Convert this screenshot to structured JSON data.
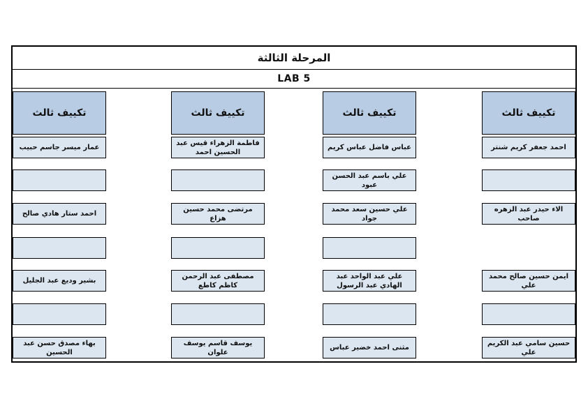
{
  "document": {
    "title": "المرحلة الثالثة",
    "subtitle": "LAB 5"
  },
  "colors": {
    "header_fill": "#b8cce4",
    "cell_fill": "#dce6f1",
    "border": "#000000",
    "page_bg": "#ffffff"
  },
  "groups": [
    {
      "header": "تكييف ثالث",
      "cells": [
        {
          "text": "احمد جعفر كريم شنتر"
        },
        {
          "text": ""
        },
        {
          "text": "الاء حيدر عبد الزهره صاحب"
        },
        null,
        {
          "text": "ايمن حسين صالح محمد علي"
        },
        {
          "text": ""
        },
        {
          "text": "حسين سامي عبد الكريم علي"
        }
      ]
    },
    {
      "header": "تكييف ثالث",
      "cells": [
        {
          "text": "عباس فاضل عباس كريم"
        },
        {
          "text": "علي باسم عبد الحسن عبود"
        },
        {
          "text": "علي حسين سعد محمد جواد"
        },
        {
          "text": ""
        },
        {
          "text": "علي عبد الواحد عبد الهادي عبد الرسول"
        },
        {
          "text": ""
        },
        {
          "text": "مثنى احمد خضير عباس"
        }
      ]
    },
    {
      "header": "تكييف ثالث",
      "cells": [
        {
          "text": "فاطمة الزهراء قيس عبد الحسين احمد"
        },
        {
          "text": ""
        },
        {
          "text": "مرتضى محمد حسين هزاع"
        },
        {
          "text": ""
        },
        {
          "text": "مصطفى عبد الرحمن كاظم كاطع"
        },
        {
          "text": ""
        },
        {
          "text": "يوسف قاسم يوسف علوان"
        }
      ]
    },
    {
      "header": "تكييف ثالث",
      "cells": [
        {
          "text": "عمار ميسر جاسم حبيب"
        },
        {
          "text": ""
        },
        {
          "text": "احمد ستار هادي صالح"
        },
        {
          "text": ""
        },
        {
          "text": "بشير وديع عبد الجليل"
        },
        {
          "text": ""
        },
        {
          "text": "بهاء مصدق حسن عبد الحسين"
        }
      ]
    }
  ]
}
